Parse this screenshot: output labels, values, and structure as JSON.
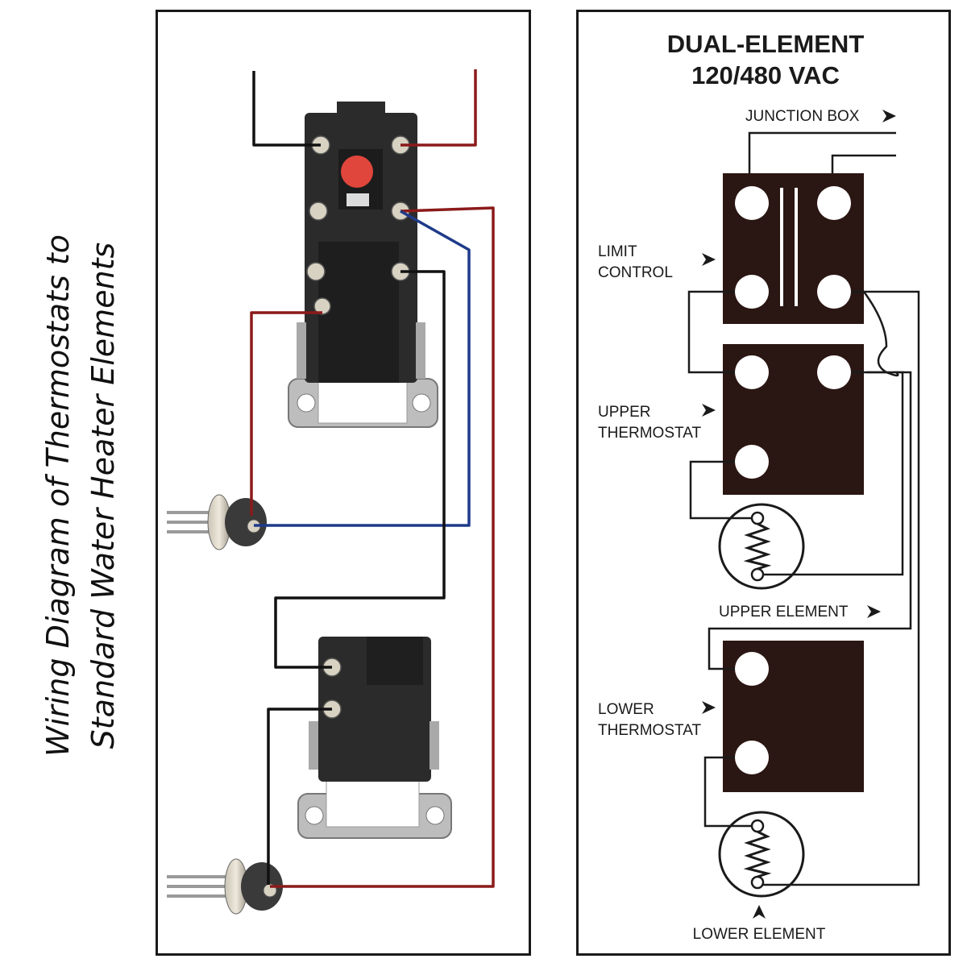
{
  "left": {
    "title_line1": "Wiring Diagram of Thermostats to",
    "title_line2": "Standard Water Heater Elements"
  },
  "right": {
    "heading_line1": "DUAL-ELEMENT",
    "heading_line2": "120/480 VAC",
    "junction_box": "JUNCTION BOX",
    "limit_line1": "LIMIT",
    "limit_line2": "CONTROL",
    "upper_tstat_line1": "UPPER",
    "upper_tstat_line2": "THERMOSTAT",
    "upper_element": "UPPER ELEMENT",
    "lower_tstat_line1": "LOWER",
    "lower_tstat_line2": "THERMOSTAT",
    "lower_element": "LOWER ELEMENT"
  },
  "colors": {
    "wire_black": "#111111",
    "wire_red": "#8b1a1a",
    "wire_blue": "#1f3a8a",
    "block_brown": "#2a1612",
    "reset_button": "#e0463c"
  }
}
